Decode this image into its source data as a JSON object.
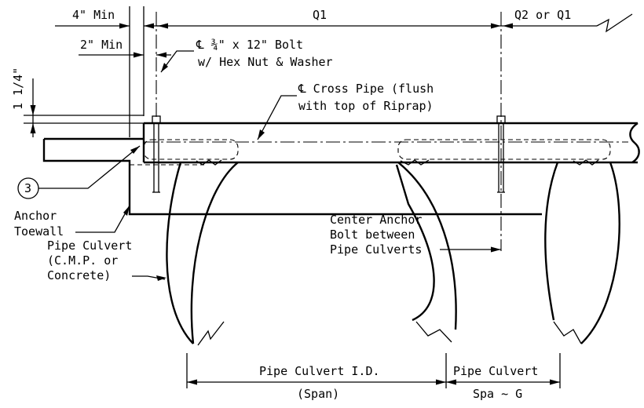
{
  "dimensions": {
    "min_4in": "4\" Min",
    "q1": "Q1",
    "q2_or_q1": "Q2 or Q1",
    "min_2in": "2\" Min",
    "riprap_1_quarter": "1 1/4\"",
    "pipe_id": "Pipe Culvert I.D.",
    "span": "(Span)",
    "pipe_culvert": "Pipe Culvert",
    "spacing": "Spa ~ G"
  },
  "callouts": {
    "bolt_line1": "℄ ¾\" x 12\" Bolt",
    "bolt_line2": "w/ Hex Nut & Washer",
    "cross_pipe_line1": "℄ Cross Pipe (flush",
    "cross_pipe_line2": "with top of Riprap)",
    "note_number": "3",
    "anchor_line1": "Anchor",
    "anchor_line2": "Toewall",
    "center_anchor_line1": "Center Anchor",
    "center_anchor_line2": "Bolt between",
    "center_anchor_line3": "Pipe Culverts",
    "culvert_line1": "Pipe Culvert",
    "culvert_line2": "(C.M.P. or",
    "culvert_line3": "Concrete)"
  }
}
